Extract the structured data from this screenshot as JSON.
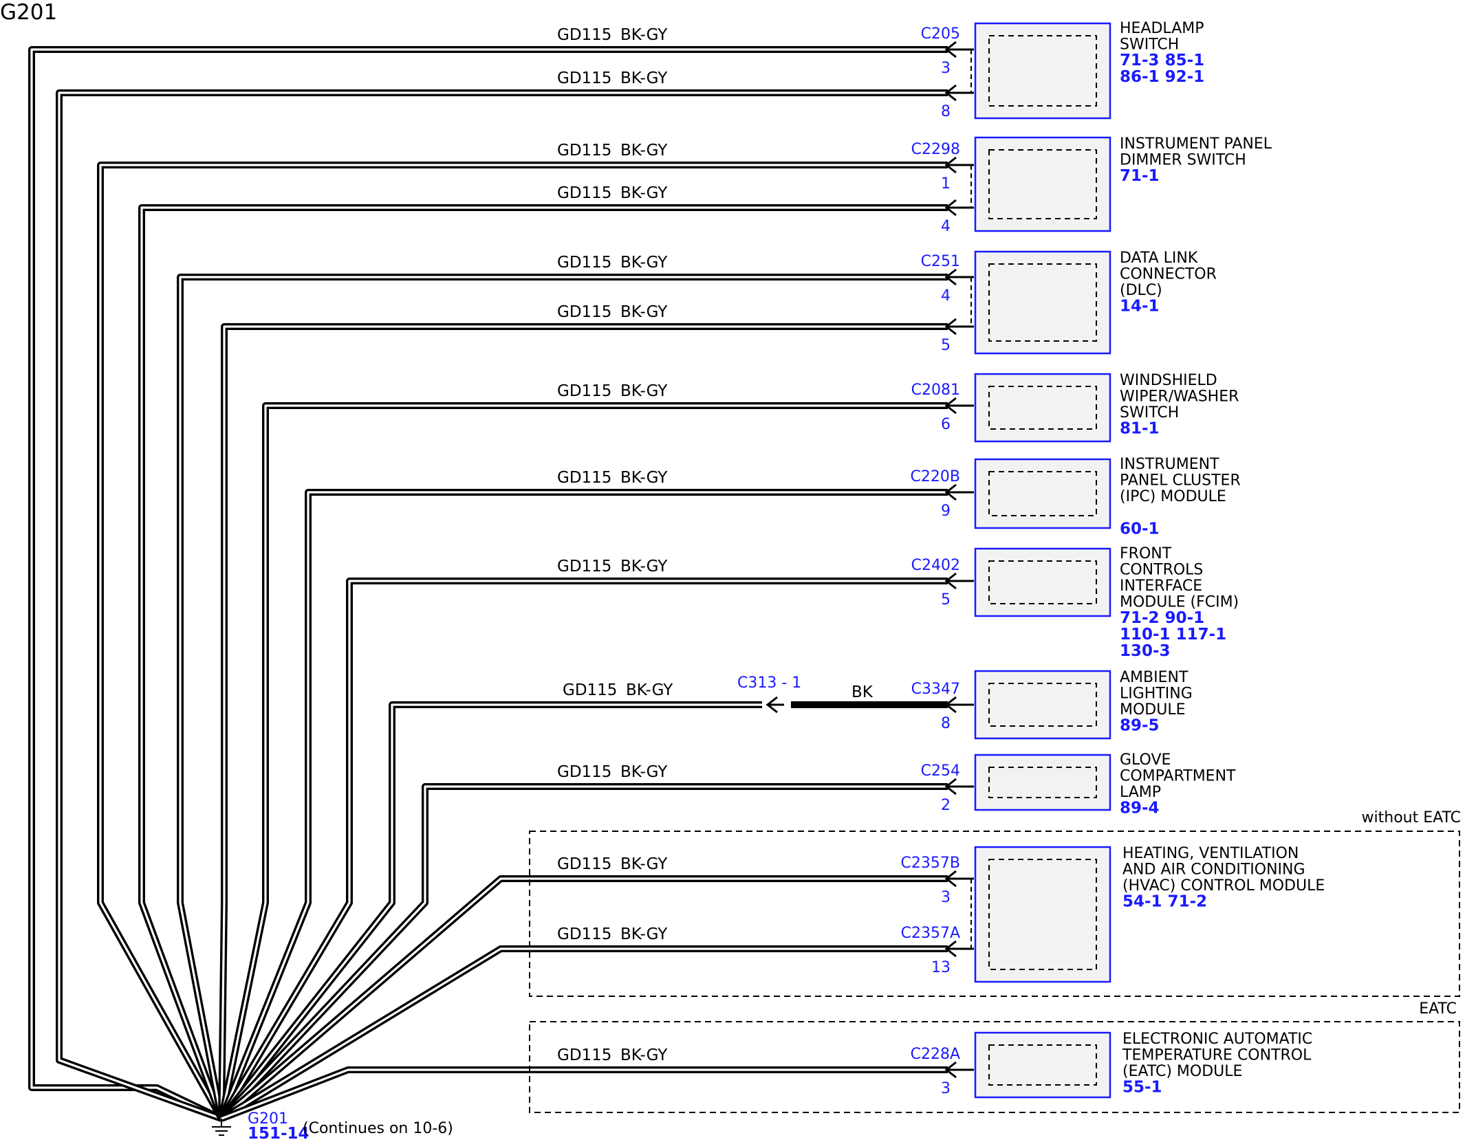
{
  "ground": {
    "title": "G201",
    "label": "G201",
    "ref": "151-14",
    "note": "(Continues on 10-6)"
  },
  "wire": {
    "circuit": "GD115",
    "color": "BK-GY"
  },
  "inline_connector": {
    "label": "C313 - 1",
    "wire_color": "BK"
  },
  "groups": {
    "without_eatc": "without EATC",
    "eatc": "EATC"
  },
  "components": [
    {
      "name_lines": [
        "HEADLAMP",
        "SWITCH"
      ],
      "ref_lines": [
        "71-3  85-1",
        "86-1  92-1"
      ]
    },
    {
      "name_lines": [
        "INSTRUMENT PANEL",
        "DIMMER SWITCH"
      ],
      "ref_lines": [
        "71-1"
      ]
    },
    {
      "name_lines": [
        "DATA LINK",
        "CONNECTOR",
        "(DLC)"
      ],
      "ref_lines": [
        "14-1"
      ]
    },
    {
      "name_lines": [
        "WINDSHIELD",
        "WIPER/WASHER",
        "SWITCH"
      ],
      "ref_lines": [
        "81-1"
      ]
    },
    {
      "name_lines": [
        "INSTRUMENT",
        "PANEL CLUSTER",
        "(IPC) MODULE"
      ],
      "ref_lines": [
        "60-1"
      ]
    },
    {
      "name_lines": [
        "FRONT",
        "CONTROLS",
        "INTERFACE",
        "MODULE (FCIM)"
      ],
      "ref_lines": [
        "71-2  90-1",
        "110-1 117-1",
        "130-3"
      ]
    },
    {
      "name_lines": [
        "AMBIENT",
        "LIGHTING",
        "MODULE"
      ],
      "ref_lines": [
        "89-5"
      ]
    },
    {
      "name_lines": [
        "GLOVE",
        "COMPARTMENT",
        "LAMP"
      ],
      "ref_lines": [
        "89-4"
      ]
    },
    {
      "name_lines": [
        "HEATING, VENTILATION",
        "AND AIR CONDITIONING",
        "(HVAC) CONTROL MODULE"
      ],
      "ref_lines": [
        "54-1  71-2"
      ]
    },
    {
      "name_lines": [
        "ELECTRONIC AUTOMATIC",
        "TEMPERATURE CONTROL",
        "(EATC) MODULE"
      ],
      "ref_lines": [
        "55-1"
      ]
    }
  ],
  "connections": [
    {
      "connector": "C205",
      "pin": "3"
    },
    {
      "connector": "",
      "pin": "8"
    },
    {
      "connector": "C2298",
      "pin": "1"
    },
    {
      "connector": "",
      "pin": "4"
    },
    {
      "connector": "C251",
      "pin": "4"
    },
    {
      "connector": "",
      "pin": "5"
    },
    {
      "connector": "C2081",
      "pin": "6"
    },
    {
      "connector": "C220B",
      "pin": "9"
    },
    {
      "connector": "C2402",
      "pin": "5"
    },
    {
      "connector": "C3347",
      "pin": "8"
    },
    {
      "connector": "C254",
      "pin": "2"
    },
    {
      "connector": "C2357B",
      "pin": "3"
    },
    {
      "connector": "C2357A",
      "pin": "13"
    },
    {
      "connector": "C228A",
      "pin": "3"
    }
  ]
}
